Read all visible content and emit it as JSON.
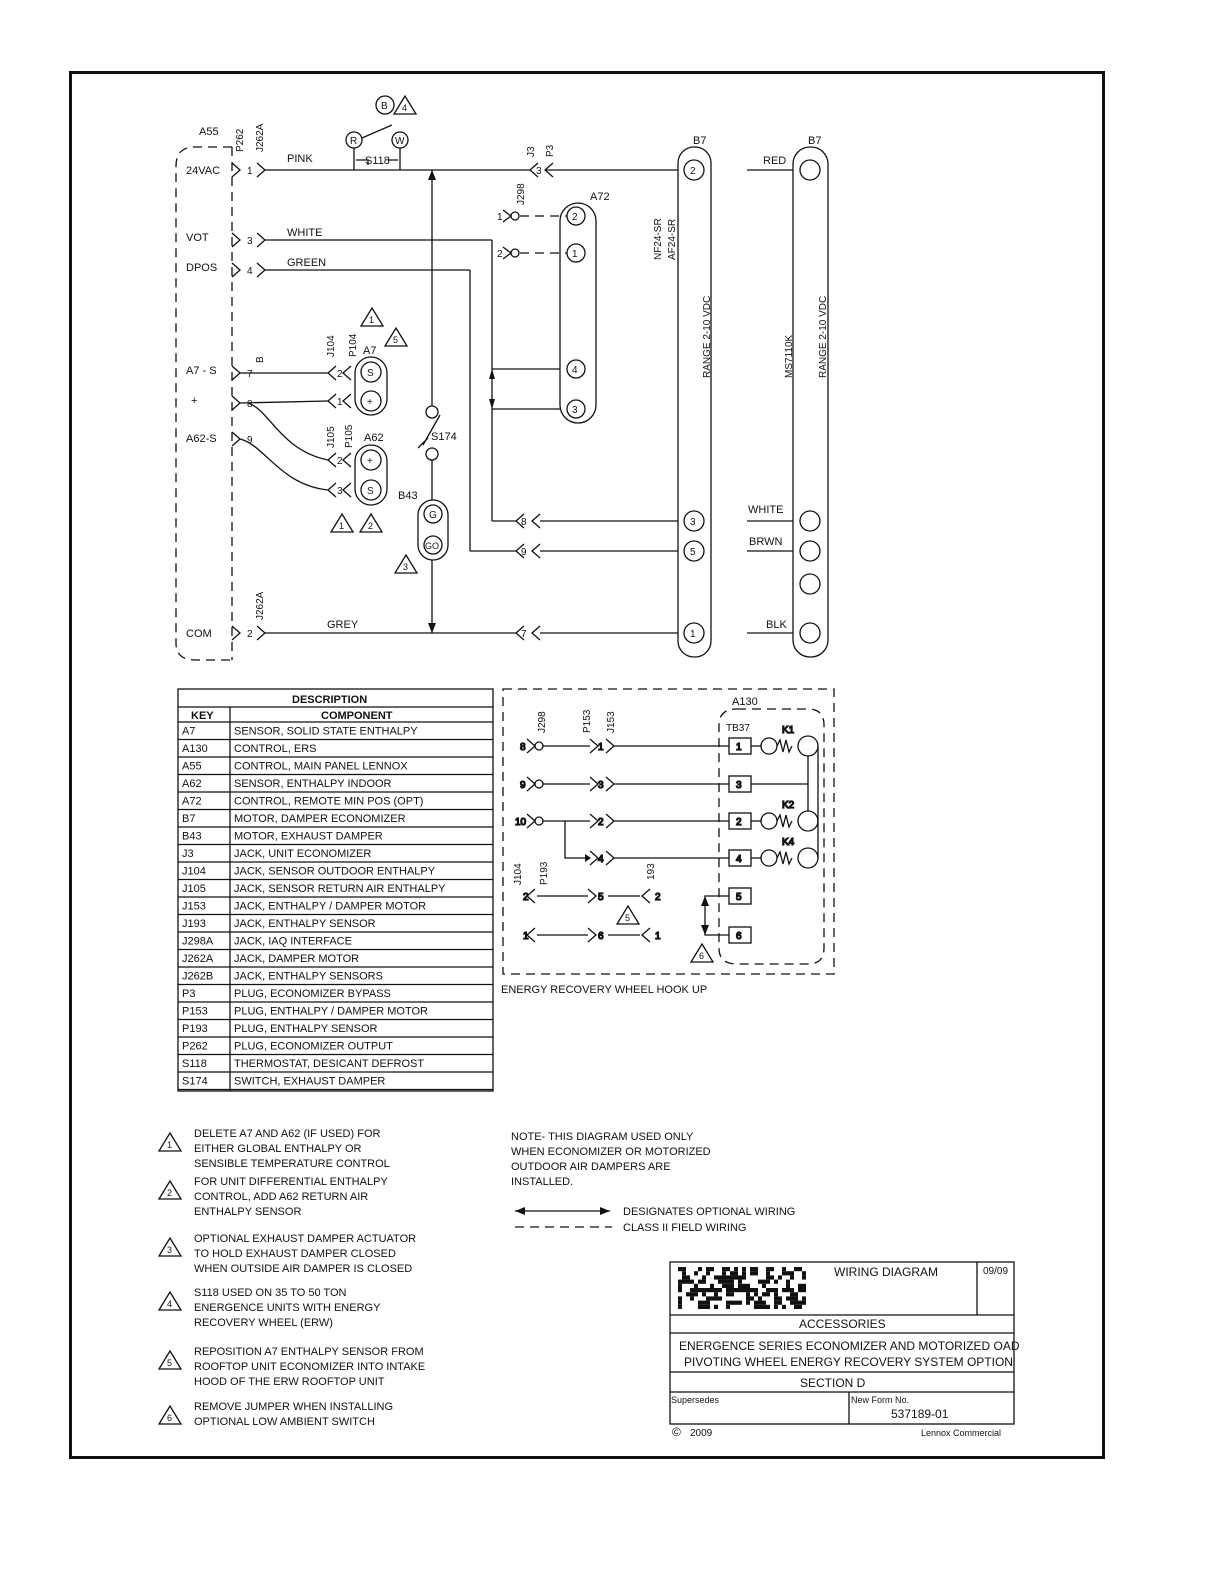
{
  "a55": {
    "label": "A55",
    "pins": [
      {
        "name": "24VAC",
        "pin": "1"
      },
      {
        "name": "VOT",
        "pin": "3"
      },
      {
        "name": "DPOS",
        "pin": "4"
      },
      {
        "name": "A7 - S",
        "pin": "7"
      },
      {
        "name": "+",
        "pin": "8"
      },
      {
        "name": "A62-S",
        "pin": "9"
      },
      {
        "name": "COM",
        "pin": "2"
      }
    ],
    "p262": "P262",
    "j262a_top": "J262A",
    "j262a_bot": "J262A"
  },
  "wires": {
    "pink": "PINK",
    "white": "WHITE",
    "green": "GREEN",
    "grey": "GREY",
    "red": "RED",
    "white2": "WHITE",
    "brwn": "BRWN",
    "blk": "BLK"
  },
  "s118": {
    "label": "S118",
    "r": "R",
    "w": "W",
    "b": "B",
    "tri": "4"
  },
  "a7": {
    "label": "A7",
    "j104": "J104",
    "p104": "P104",
    "b": "B",
    "pin2": "2",
    "pin1": "1",
    "s": "S",
    "plus": "+"
  },
  "a62": {
    "label": "A62",
    "j105": "J105",
    "p105": "P105",
    "pin2": "2",
    "pin3": "3",
    "s": "S",
    "plus": "+"
  },
  "s174": {
    "label": "S174"
  },
  "b43": {
    "label": "B43",
    "g": "G",
    "go": "GO"
  },
  "a72": {
    "label": "A72",
    "j298": "J298",
    "pins": [
      "2",
      "1",
      "4",
      "3"
    ],
    "side": [
      "1",
      "2"
    ]
  },
  "j3": {
    "j3": "J3",
    "p3": "P3",
    "pin": "3"
  },
  "b7a": {
    "label": "B7",
    "model": "NF24-SR",
    "model2": "AF24-SR",
    "range": "RANGE 2-10 VDC",
    "pins": [
      "2",
      "3",
      "5",
      "1"
    ],
    "conn": [
      "8",
      "9",
      "7"
    ]
  },
  "b7b": {
    "label": "B7",
    "model": "MS7110K",
    "range": "RANGE 2-10 VDC"
  },
  "triangles": {
    "t1": "1",
    "t5": "5",
    "t12a": "1",
    "t12b": "2",
    "t3": "3"
  },
  "table": {
    "title": "DESCRIPTION",
    "col_key": "KEY",
    "col_comp": "COMPONENT",
    "rows": [
      [
        "A7",
        "SENSOR, SOLID STATE ENTHALPY"
      ],
      [
        "A130",
        "CONTROL, ERS"
      ],
      [
        "A55",
        "CONTROL, MAIN PANEL LENNOX"
      ],
      [
        "A62",
        "SENSOR, ENTHALPY INDOOR"
      ],
      [
        "A72",
        "CONTROL, REMOTE MIN POS (OPT)"
      ],
      [
        "B7",
        "MOTOR, DAMPER ECONOMIZER"
      ],
      [
        "B43",
        "MOTOR, EXHAUST DAMPER"
      ],
      [
        "J3",
        "JACK, UNIT ECONOMIZER"
      ],
      [
        "J104",
        "JACK, SENSOR OUTDOOR ENTHALPY"
      ],
      [
        "J105",
        "JACK, SENSOR RETURN AIR ENTHALPY"
      ],
      [
        "J153",
        "JACK, ENTHALPY / DAMPER MOTOR"
      ],
      [
        "J193",
        "JACK, ENTHALPY SENSOR"
      ],
      [
        "J298A",
        "JACK, IAQ INTERFACE"
      ],
      [
        "J262A",
        "JACK, DAMPER MOTOR"
      ],
      [
        "J262B",
        "JACK, ENTHALPY SENSORS"
      ],
      [
        "P3",
        "PLUG, ECONOMIZER BYPASS"
      ],
      [
        "P153",
        "PLUG, ENTHALPY / DAMPER MOTOR"
      ],
      [
        "P193",
        "PLUG, ENTHALPY SENSOR"
      ],
      [
        "P262",
        "PLUG, ECONOMIZER OUTPUT"
      ],
      [
        "S118",
        "THERMOSTAT, DESICANT DEFROST"
      ],
      [
        "S174",
        "SWITCH, EXHAUST DAMPER"
      ]
    ]
  },
  "erw": {
    "caption": "ENERGY RECOVERY WHEEL HOOK UP",
    "a130": "A130",
    "tb37": "TB37",
    "j298": "J298",
    "p153": "P153",
    "j153": "J153",
    "j104": "J104",
    "p193": "P193",
    "j193": "193",
    "left_pins": [
      "8",
      "9",
      "10",
      "",
      "2",
      "1"
    ],
    "mid_pins": [
      "1",
      "3",
      "2",
      "4",
      "5",
      "6"
    ],
    "right_pins": [
      "2",
      "1"
    ],
    "tb": [
      "1",
      "3",
      "2",
      "4",
      "5",
      "6"
    ],
    "relays": [
      "K1",
      "K2",
      "K4"
    ],
    "tri5": "5",
    "tri6": "6"
  },
  "notes": [
    {
      "num": "1",
      "lines": [
        "DELETE A7 AND A62 (IF USED) FOR",
        "EITHER GLOBAL ENTHALPY OR",
        "SENSIBLE TEMPERATURE CONTROL"
      ]
    },
    {
      "num": "2",
      "lines": [
        "FOR UNIT DIFFERENTIAL ENTHALPY",
        "CONTROL, ADD A62 RETURN AIR",
        "ENTHALPY SENSOR"
      ]
    },
    {
      "num": "3",
      "lines": [
        "OPTIONAL EXHAUST DAMPER ACTUATOR",
        "TO HOLD EXHAUST DAMPER CLOSED",
        "WHEN OUTSIDE AIR DAMPER IS CLOSED"
      ]
    },
    {
      "num": "4",
      "lines": [
        "S118 USED ON 35 TO 50 TON",
        "ENERGENCE UNITS WITH ENERGY",
        "RECOVERY WHEEL (ERW)"
      ]
    },
    {
      "num": "5",
      "lines": [
        "REPOSITION A7 ENTHALPY SENSOR FROM",
        "ROOFTOP UNIT ECONOMIZER INTO INTAKE",
        "HOOD OF THE ERW ROOFTOP UNIT"
      ]
    },
    {
      "num": "6",
      "lines": [
        "REMOVE JUMPER WHEN INSTALLING",
        "OPTIONAL LOW AMBIENT SWITCH"
      ]
    }
  ],
  "note_main": [
    "NOTE-      THIS DIAGRAM USED ONLY",
    "WHEN ECONOMIZER OR MOTORIZED",
    "OUTDOOR AIR DAMPERS ARE",
    "INSTALLED."
  ],
  "legend": {
    "optional": "DESIGNATES OPTIONAL WIRING",
    "class2": "CLASS II FIELD WIRING"
  },
  "title_block": {
    "type": "WIRING DIAGRAM",
    "date": "09/09",
    "category": "ACCESSORIES",
    "desc1": "ENERGENCE SERIES ECONOMIZER AND MOTORIZED OAD",
    "desc2": "PIVOTING WHEEL ENERGY RECOVERY SYSTEM OPTION",
    "section": "SECTION D",
    "supersedes": "Supersedes",
    "form_label": "New Form No.",
    "form_no": "537189-01",
    "copyright": "©",
    "year": "2009",
    "company": "Lennox Commercial"
  }
}
